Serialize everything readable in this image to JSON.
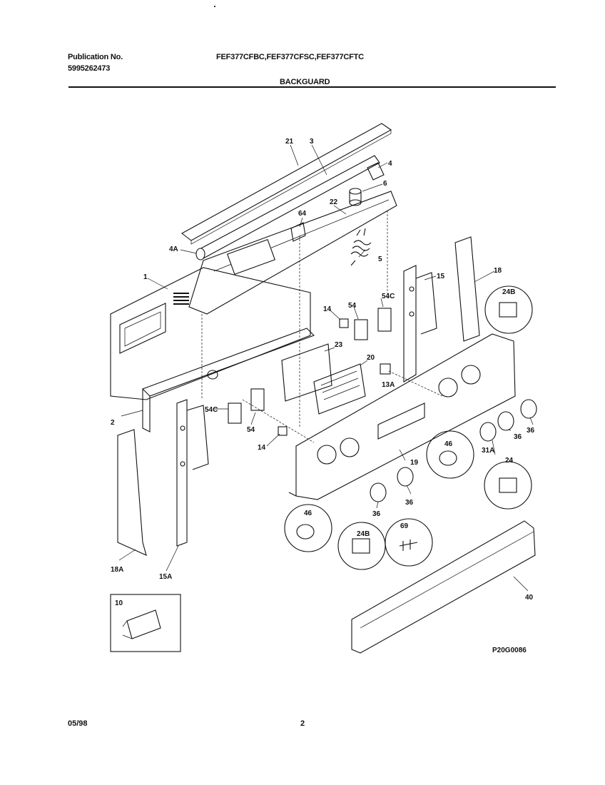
{
  "header": {
    "publication_label": "Publication No.",
    "publication_number": "5995262473",
    "models": "FEF377CFBC,FEF377CFSC,FEF377CFTC",
    "section_title": "BACKGUARD"
  },
  "diagram": {
    "drawing_code": "P20G0086",
    "part_labels": [
      "21",
      "3",
      "4",
      "6",
      "22",
      "64",
      "4A",
      "5",
      "1",
      "15",
      "18",
      "24B",
      "14",
      "54",
      "54C",
      "23",
      "20",
      "13A",
      "2",
      "54C",
      "54",
      "14",
      "19",
      "46",
      "31A",
      "36",
      "36",
      "24",
      "36",
      "46",
      "36",
      "24B",
      "69",
      "40",
      "18A",
      "15A",
      "10"
    ]
  },
  "footer": {
    "date": "05/98",
    "page": "2"
  }
}
